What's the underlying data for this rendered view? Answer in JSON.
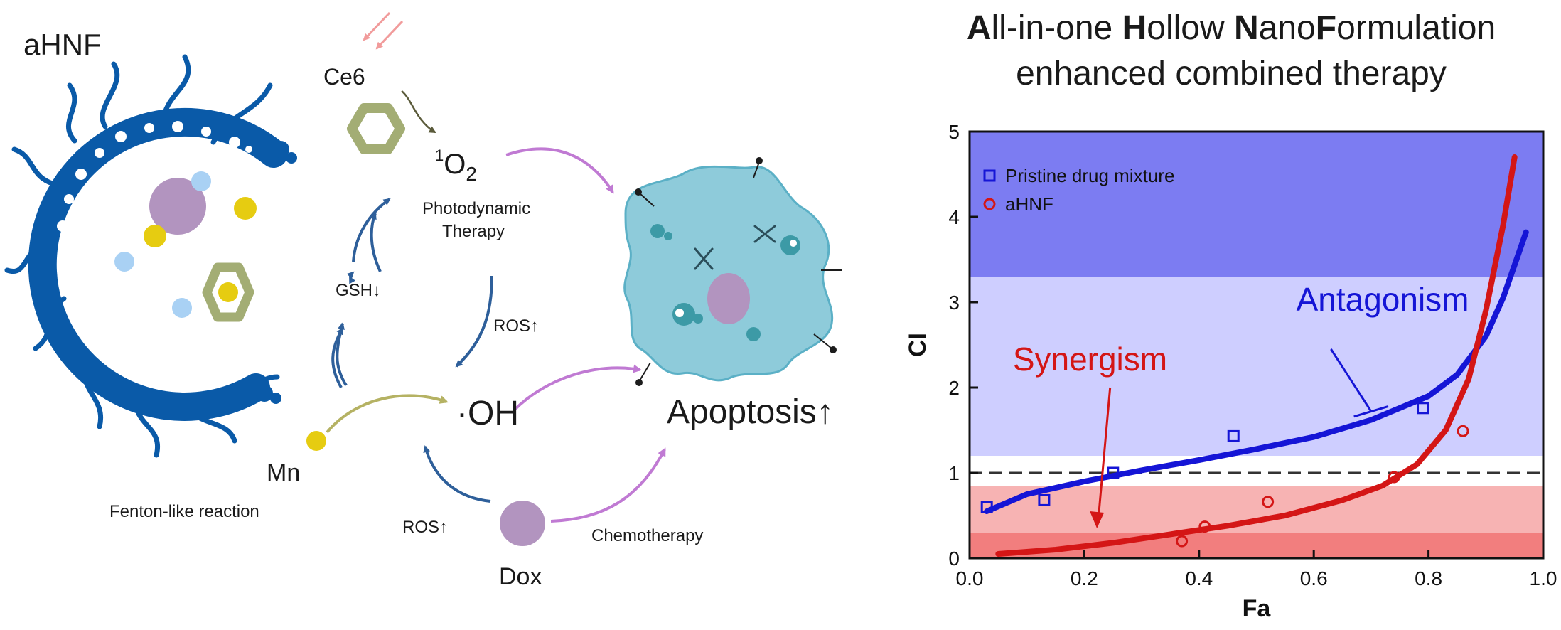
{
  "diagram": {
    "nanoformulation_label": "aHNF",
    "ce6_label": "Ce6",
    "singlet_oxygen": {
      "base": "O",
      "sup": "1",
      "sub": "2"
    },
    "pdt_line1": "Photodynamic",
    "pdt_line2": "Therapy",
    "gsh_label": "GSH↓",
    "ros_right": "ROS↑",
    "hydroxyl_label": "·OH",
    "mn_label": "Mn",
    "fenton_label": "Fenton-like reaction",
    "ros_bottom": "ROS↑",
    "dox_label": "Dox",
    "chemo_label": "Chemotherapy",
    "apoptosis_label": "Apoptosis↑"
  },
  "title": {
    "line1_parts": [
      "A",
      "ll-in-one ",
      "H",
      "ollow ",
      "N",
      "ano",
      "F",
      "ormulation"
    ],
    "line2": "enhanced combined therapy"
  },
  "colors": {
    "shell_blue": "#0a5aa8",
    "drug_purple": "#b294bf",
    "mn_yellow": "#e6cc11",
    "small_blue": "#a9d1f4",
    "ce6_olive": "#a3ad74",
    "arrow_blue": "#2e5f9a",
    "arrow_purple": "#c07ad3",
    "arrow_olive": "#b5b263",
    "cell_fill": "#8ecbda",
    "antagonism_blue": "#1515d6",
    "synergism_red": "#d41616",
    "zone_dark_blue": "#7c7cf2",
    "zone_light_blue": "#ceceff",
    "zone_light_red": "#f7b3b3",
    "zone_dark_red": "#f27e7e"
  },
  "chart_data": {
    "type": "scatter",
    "xlabel": "Fa",
    "ylabel": "CI",
    "xlim": [
      0,
      1.0
    ],
    "ylim": [
      0,
      5
    ],
    "xticks": [
      "0.0",
      "0.2",
      "0.4",
      "0.6",
      "0.8",
      "1.0"
    ],
    "yticks": [
      "0",
      "1",
      "2",
      "3",
      "4",
      "5"
    ],
    "reference_line_y": 1,
    "zones": [
      {
        "from": 3.3,
        "to": 5.0,
        "color": "#7c7cf2"
      },
      {
        "from": 1.2,
        "to": 3.3,
        "color": "#ceceff"
      },
      {
        "from": 0.3,
        "to": 0.85,
        "color": "#f7b3b3"
      },
      {
        "from": 0.0,
        "to": 0.3,
        "color": "#f27e7e"
      }
    ],
    "legend_position": "top-left",
    "series": [
      {
        "name": "Pristine drug mixture",
        "marker": "square",
        "color": "#1515d6",
        "points": [
          [
            0.03,
            0.6
          ],
          [
            0.13,
            0.68
          ],
          [
            0.25,
            1.0
          ],
          [
            0.46,
            1.43
          ],
          [
            0.79,
            1.76
          ]
        ],
        "fit": [
          [
            0.03,
            0.55
          ],
          [
            0.1,
            0.75
          ],
          [
            0.2,
            0.9
          ],
          [
            0.3,
            1.03
          ],
          [
            0.4,
            1.15
          ],
          [
            0.5,
            1.28
          ],
          [
            0.6,
            1.42
          ],
          [
            0.7,
            1.62
          ],
          [
            0.8,
            1.9
          ],
          [
            0.85,
            2.15
          ],
          [
            0.9,
            2.6
          ],
          [
            0.93,
            3.05
          ],
          [
            0.97,
            3.82
          ]
        ]
      },
      {
        "name": "aHNF",
        "marker": "circle",
        "color": "#d41616",
        "points": [
          [
            0.37,
            0.2
          ],
          [
            0.41,
            0.37
          ],
          [
            0.52,
            0.66
          ],
          [
            0.74,
            0.95
          ],
          [
            0.86,
            1.49
          ]
        ],
        "fit": [
          [
            0.05,
            0.05
          ],
          [
            0.15,
            0.1
          ],
          [
            0.25,
            0.18
          ],
          [
            0.35,
            0.28
          ],
          [
            0.45,
            0.38
          ],
          [
            0.55,
            0.5
          ],
          [
            0.65,
            0.68
          ],
          [
            0.72,
            0.85
          ],
          [
            0.78,
            1.1
          ],
          [
            0.83,
            1.5
          ],
          [
            0.87,
            2.1
          ],
          [
            0.9,
            2.9
          ],
          [
            0.93,
            3.9
          ],
          [
            0.95,
            4.7
          ]
        ]
      }
    ],
    "annotations": [
      {
        "text": "Antagonism",
        "color": "#1515d6",
        "at": [
          0.72,
          2.9
        ]
      },
      {
        "text": "Synergism",
        "color": "#d41616",
        "at": [
          0.21,
          2.2
        ]
      }
    ]
  }
}
